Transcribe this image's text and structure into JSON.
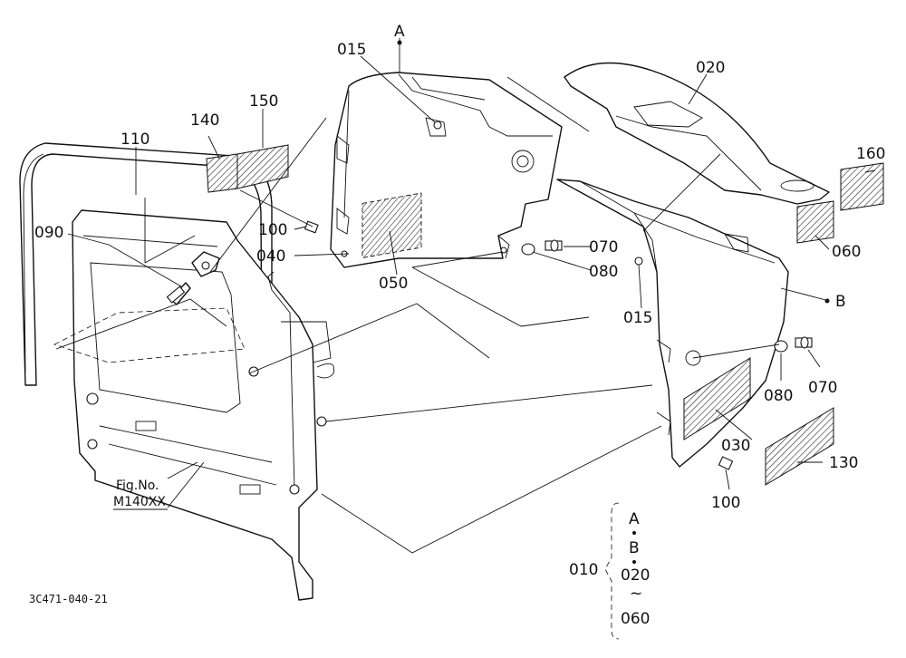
{
  "figure": {
    "fig_no_label": "Fig.No.",
    "fig_no_value": "M140XX",
    "drawing_code": "3C471-040-21"
  },
  "callouts": {
    "A": "A",
    "B": "B",
    "p015_top": "015",
    "p015_right": "015",
    "p020": "020",
    "p030": "030",
    "p040": "040",
    "p050": "050",
    "p060": "060",
    "p070_mid": "070",
    "p070_right": "070",
    "p080_mid": "080",
    "p080_right": "080",
    "p090": "090",
    "p100_left": "100",
    "p100_right": "100",
    "p110": "110",
    "p130": "130",
    "p140": "140",
    "p150": "150",
    "p160": "160"
  },
  "assembly_note": {
    "part": "010",
    "line1": "A",
    "line2": "B",
    "line3": "020",
    "tilde": "~",
    "line4": "060"
  }
}
